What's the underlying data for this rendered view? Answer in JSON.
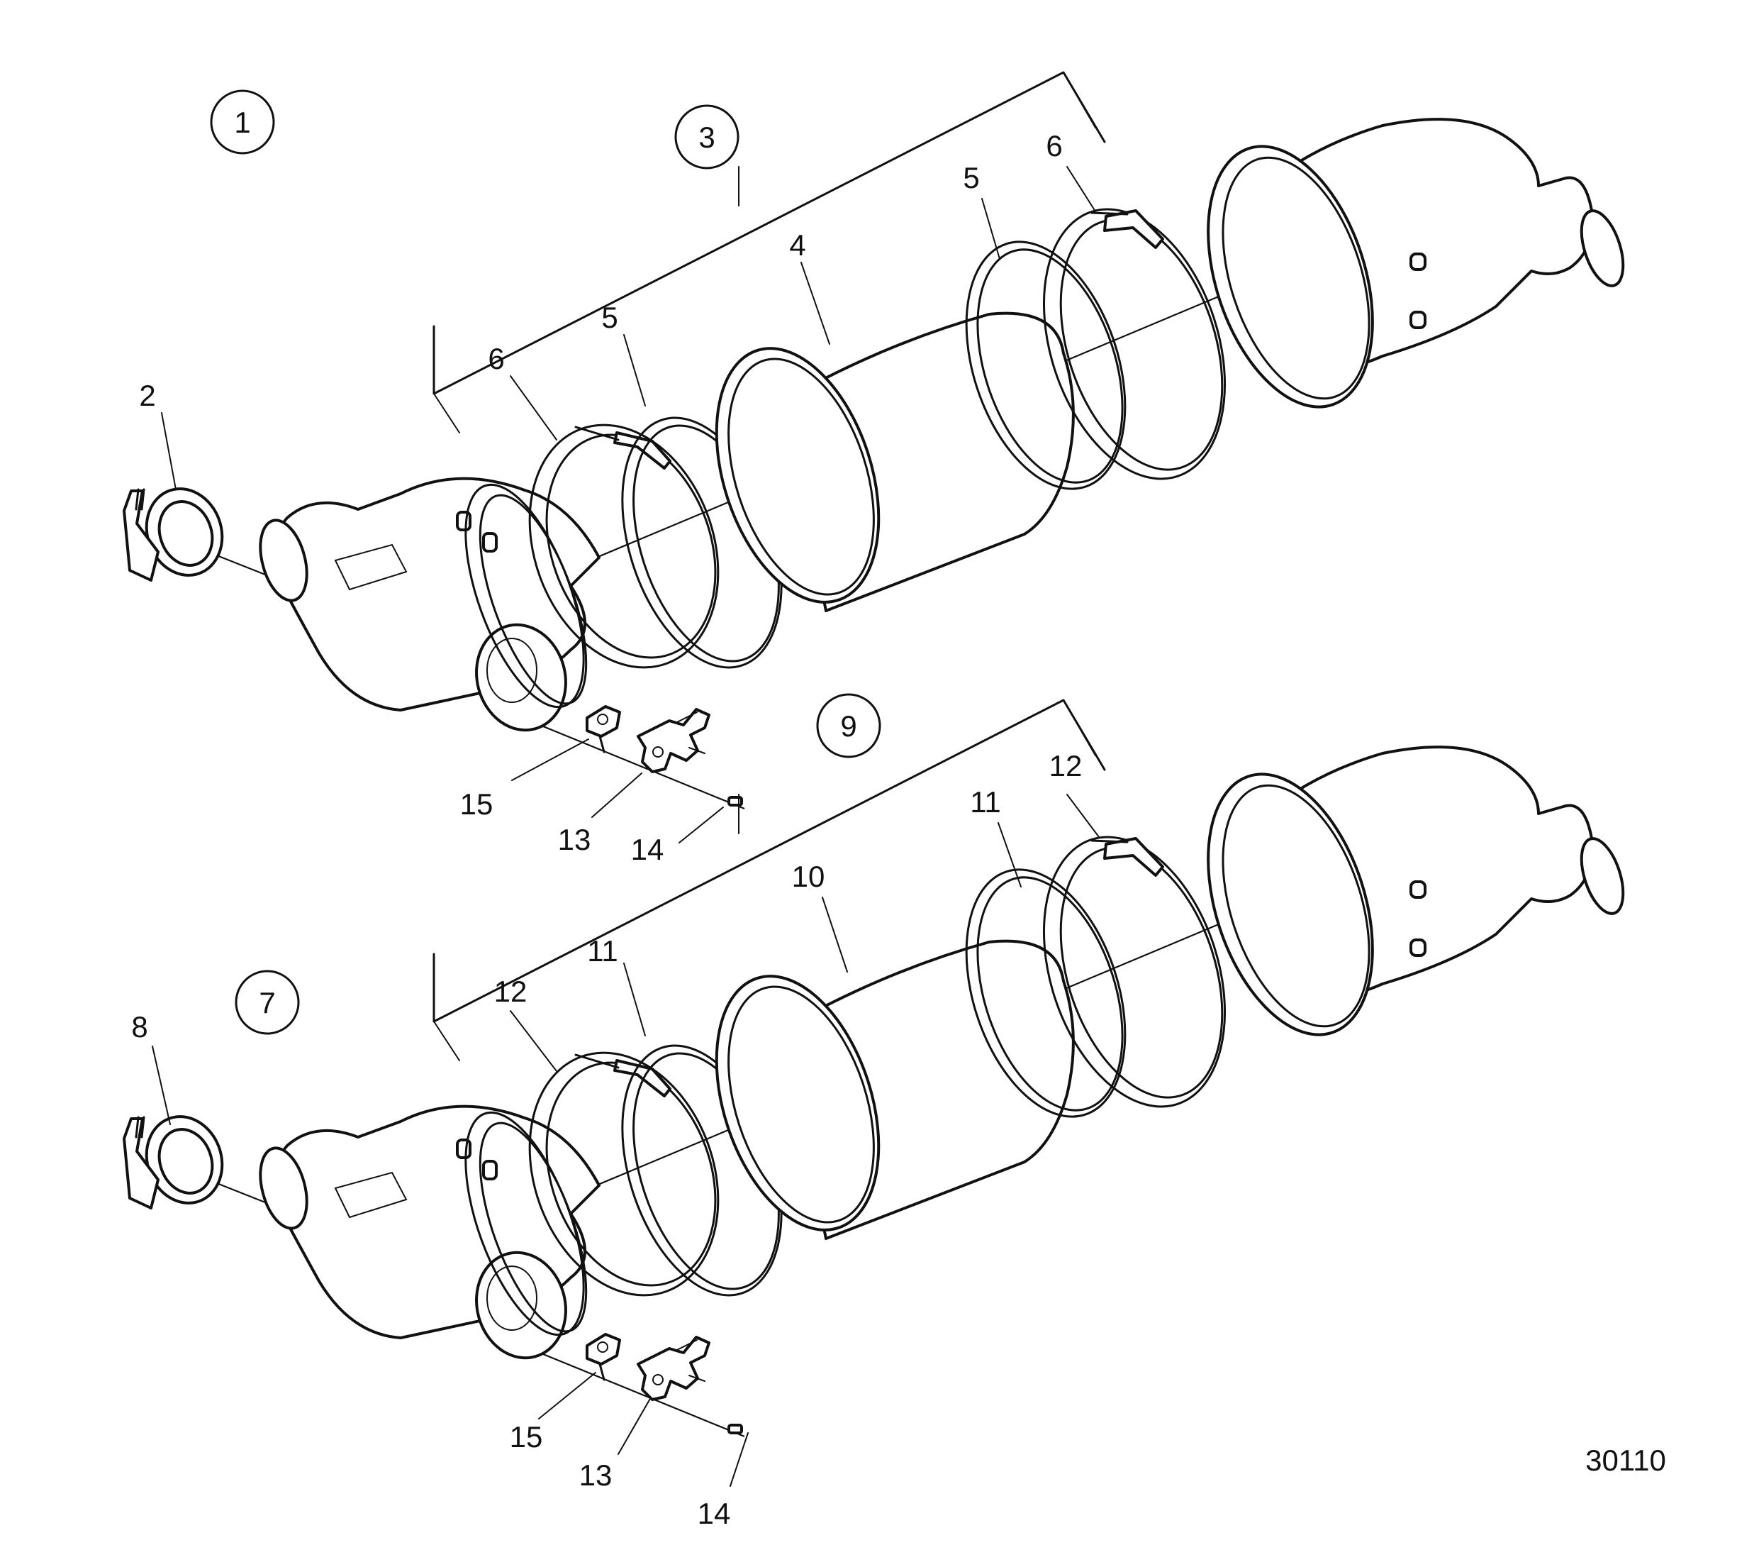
{
  "assemblies": [
    {
      "id": "1",
      "parts": {
        "clamp_small": "2",
        "kit": "3",
        "cylinder": "4",
        "ring_left": "5",
        "ring_right": "5",
        "clamp_left": "6",
        "clamp_right": "6",
        "sensor": "13",
        "screw": "14",
        "bracket": "15"
      }
    },
    {
      "id": "7",
      "parts": {
        "clamp_small": "8",
        "kit": "9",
        "cylinder": "10",
        "ring_left": "11",
        "ring_right": "11",
        "clamp_left": "12",
        "clamp_right": "12",
        "sensor": "13",
        "screw": "14",
        "bracket": "15"
      }
    }
  ],
  "figure_number": "30110"
}
